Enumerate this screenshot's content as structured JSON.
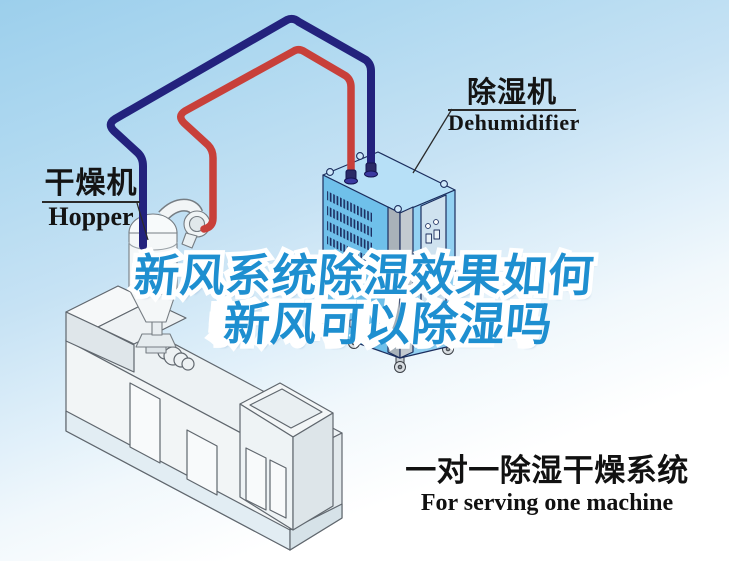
{
  "background": {
    "sky_color": "#9ccfec",
    "fade_color": "#ffffff"
  },
  "callouts": {
    "hopper": {
      "title_zh": "干燥机",
      "title_en": "Hopper"
    },
    "dehumidifier": {
      "title_zh": "除湿机",
      "title_en": "Dehumidifier"
    }
  },
  "headline": {
    "line1": "新风系统除湿效果如何",
    "line2": "新风可以除湿吗",
    "text_color": "#1e8fd0",
    "outline_color": "#ffffff"
  },
  "caption": {
    "title_zh": "一对一除湿干燥系统",
    "subtitle_en": "For serving one machine",
    "text_color": "#111111"
  },
  "illustration": {
    "pipes": {
      "dry_air_pipe_color": "#23227d",
      "return_air_pipe_color": "#c8403a"
    },
    "dehumidifier_unit": {
      "top_color": "#b7e0f7",
      "left_color": "#6fc0ea",
      "right_color": "#93d1f2",
      "outline_color": "#1c2e5e"
    },
    "machine": {
      "body_color": "#f2f5f6",
      "outline_color": "#60676e"
    }
  }
}
